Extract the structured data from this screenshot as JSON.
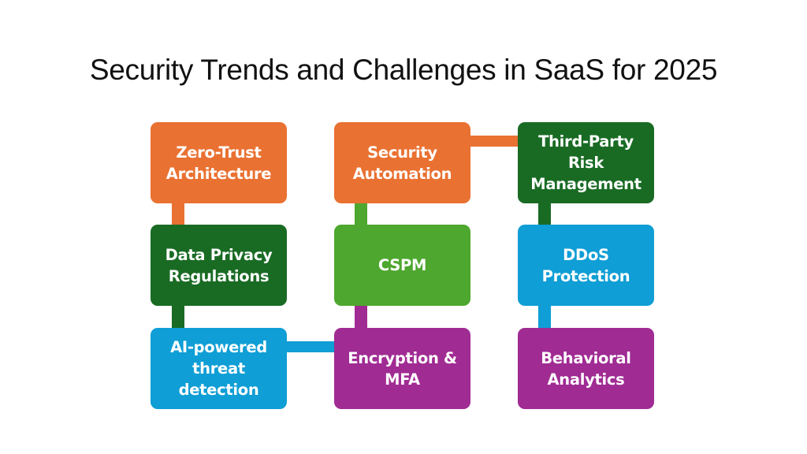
{
  "title": "Security Trends and Challenges in SaaS for 2025",
  "colors": {
    "orange": "#E97132",
    "dark_green": "#196B24",
    "light_green": "#4EA72E",
    "blue": "#0F9ED5",
    "purple": "#A02B93"
  },
  "nodes": [
    {
      "id": "zero-trust",
      "label": "Zero-Trust\nArchitecture",
      "color": "#E97132",
      "col": 1,
      "row": 1
    },
    {
      "id": "data-privacy",
      "label": "Data Privacy\nRegulations",
      "color": "#196B24",
      "col": 1,
      "row": 2
    },
    {
      "id": "ai-threat",
      "label": "AI-powered\nthreat\ndetection",
      "color": "#0F9ED5",
      "col": 1,
      "row": 3
    },
    {
      "id": "security-automation",
      "label": "Security\nAutomation",
      "color": "#E97132",
      "col": 2,
      "row": 1
    },
    {
      "id": "cspm",
      "label": "CSPM",
      "color": "#4EA72E",
      "col": 2,
      "row": 2
    },
    {
      "id": "encryption-mfa",
      "label": "Encryption &\nMFA",
      "color": "#A02B93",
      "col": 2,
      "row": 3
    },
    {
      "id": "third-party-risk",
      "label": "Third-Party\nRisk\nManagement",
      "color": "#196B24",
      "col": 3,
      "row": 1
    },
    {
      "id": "ddos",
      "label": "DDoS\nProtection",
      "color": "#0F9ED5",
      "col": 3,
      "row": 2
    },
    {
      "id": "behavioral",
      "label": "Behavioral\nAnalytics",
      "color": "#A02B93",
      "col": 3,
      "row": 3
    }
  ],
  "connectors": [
    {
      "from": "zero-trust",
      "to": "data-privacy",
      "color": "#E97132"
    },
    {
      "from": "data-privacy",
      "to": "ai-threat",
      "color": "#196B24"
    },
    {
      "from": "ai-threat",
      "to": "encryption-mfa",
      "color": "#0F9ED5"
    },
    {
      "from": "encryption-mfa",
      "to": "cspm",
      "color": "#A02B93"
    },
    {
      "from": "cspm",
      "to": "security-automation",
      "color": "#4EA72E"
    },
    {
      "from": "security-automation",
      "to": "third-party-risk",
      "color": "#E97132"
    },
    {
      "from": "third-party-risk",
      "to": "ddos",
      "color": "#196B24"
    },
    {
      "from": "ddos",
      "to": "behavioral",
      "color": "#0F9ED5"
    }
  ]
}
